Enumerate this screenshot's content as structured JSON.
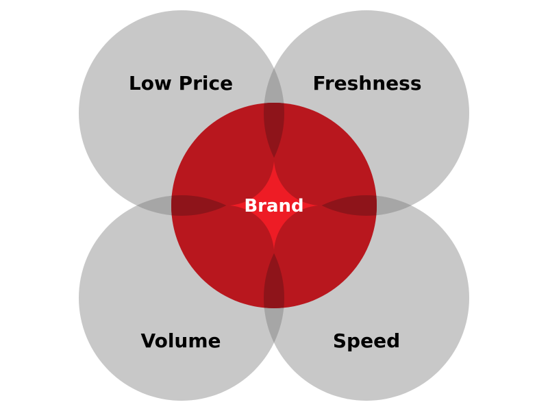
{
  "diagram": {
    "center": {
      "label": "Brand"
    },
    "outer": [
      {
        "label": "Low Price"
      },
      {
        "label": "Freshness"
      },
      {
        "label": "Volume"
      },
      {
        "label": "Speed"
      }
    ]
  },
  "colors": {
    "outer_fill": "#c8c8c8",
    "outer_overlap": "#a6a6a6",
    "center_fill": "#b8171e",
    "center_overlap": "#8e141a",
    "core_fill": "#ee1c25",
    "outer_text": "#000000",
    "center_text": "#ffffff"
  }
}
